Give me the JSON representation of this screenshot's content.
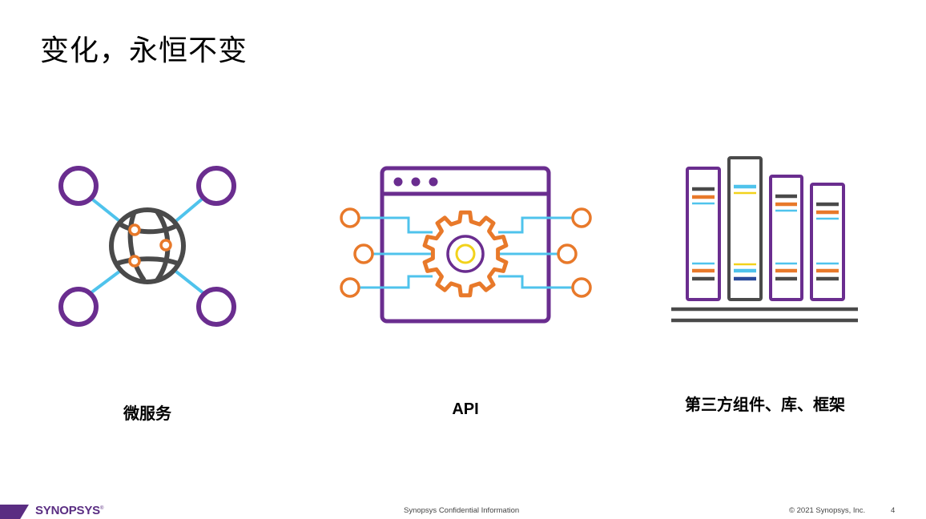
{
  "title": "变化，永恒不变",
  "items": [
    {
      "label": "微服务",
      "icon": "microservices-network-icon"
    },
    {
      "label": "API",
      "icon": "api-gear-window-icon"
    },
    {
      "label": "第三方组件、库、框架",
      "icon": "books-library-icon"
    }
  ],
  "footer": {
    "logo": "SYNOPSYS",
    "logo_mark": "®",
    "confidential": "Synopsys Confidential Information",
    "copyright": "© 2021 Synopsys, Inc.",
    "page_number": "4"
  },
  "colors": {
    "purple": "#6a2d8f",
    "sky_blue": "#4fc3ec",
    "orange": "#e8792a",
    "dark_gray": "#4a4a4a",
    "yellow": "#f2d21b",
    "navy": "#2a4a9a"
  }
}
